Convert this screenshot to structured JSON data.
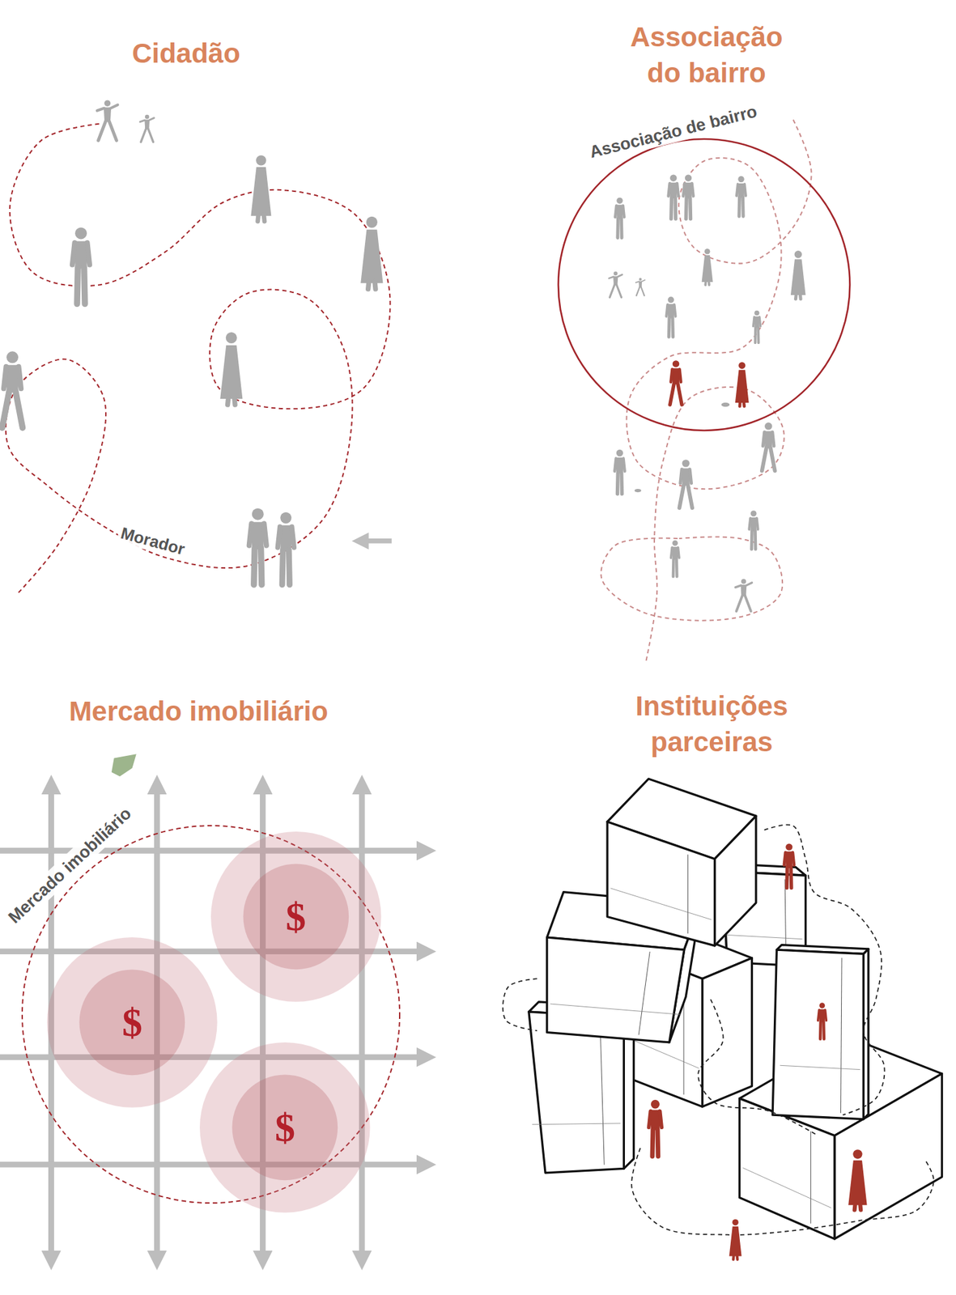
{
  "diagram": {
    "nodes": [
      {
        "text": [
          "Associação de bairro"
        ]
      },
      {
        "text": [
          "Mercado imobiliário"
        ]
      },
      {
        "text": [
          "$"
        ],
        "in": 1
      },
      {
        "text": [
          "$"
        ],
        "in": 1
      },
      {
        "text": [
          "$"
        ],
        "in": 1
      }
    ],
    "labels": [
      "Cidadão",
      "Morador",
      "Associação do bairro",
      "Mercado imobiliário",
      "Instituições parceiras"
    ]
  }
}
